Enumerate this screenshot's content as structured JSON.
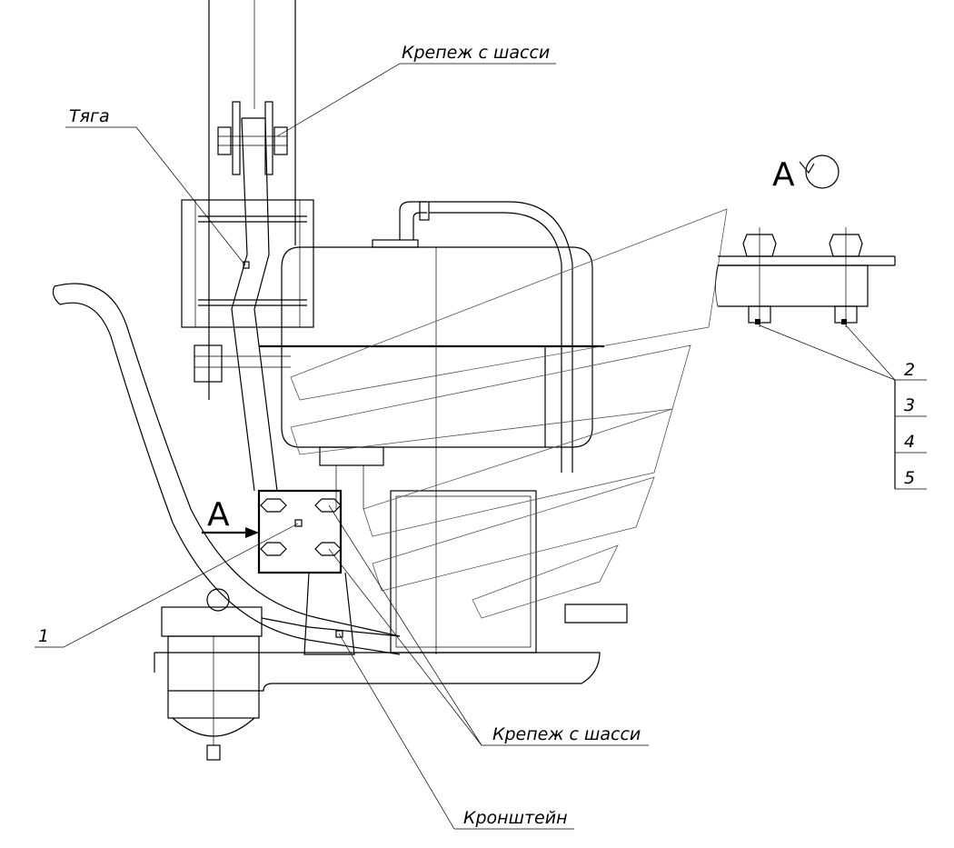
{
  "labels": {
    "top_fastening": "Крепеж с шасси",
    "rod": "Тяга",
    "bottom_fastening": "Крепеж с шасси",
    "bracket": "Кронштейн",
    "item_1": "1",
    "view_arrow": "А",
    "view_title": "А"
  },
  "callout_table": [
    "2",
    "3",
    "4",
    "5"
  ],
  "icons": {
    "view_rotation": "rotation-circle-icon"
  }
}
